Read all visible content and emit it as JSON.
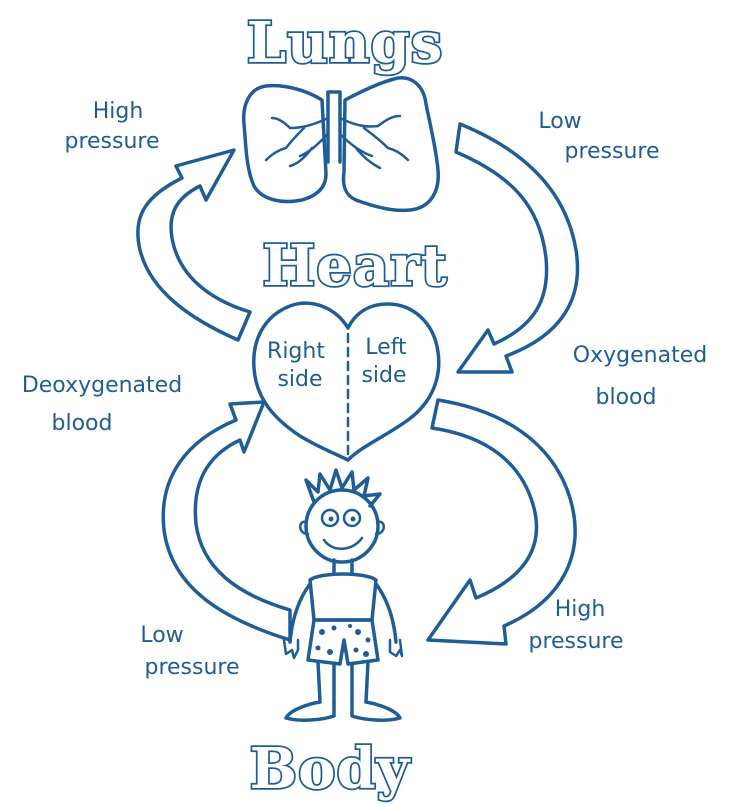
{
  "titles": {
    "lungs": "Lungs",
    "heart": "Heart",
    "body": "Body"
  },
  "heart": {
    "right_side_line1": "Right",
    "right_side_line2": "side",
    "left_side_line1": "Left",
    "left_side_line2": "side"
  },
  "labels": {
    "top_left_line1": "High",
    "top_left_line2": "pressure",
    "top_right_line1": "Low",
    "top_right_line2": "pressure",
    "mid_left_line1": "Deoxygenated",
    "mid_left_line2": "blood",
    "mid_right_line1": "Oxygenated",
    "mid_right_line2": "blood",
    "bottom_left_line1": "Low",
    "bottom_left_line2": "pressure",
    "bottom_right_line1": "High",
    "bottom_right_line2": "pressure"
  },
  "colors": {
    "ink": "#1f5d96",
    "background": "#ffffff"
  }
}
